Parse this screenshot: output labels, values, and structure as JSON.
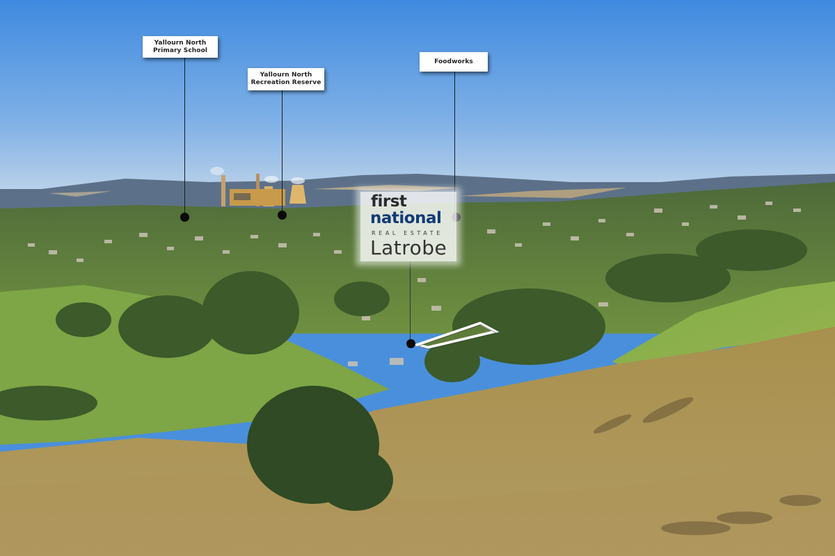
{
  "image": {
    "description": "Aerial photo of Yallourn North township with hillside foreground, power station on horizon, and annotated points of interest",
    "palette": {
      "sky_top": "#3f8ae0",
      "sky_horizon": "#b9cfe6",
      "distant_hills": "#5a6f86",
      "grass_green": "#7fa64a",
      "dry_grass": "#a88f52",
      "trees": "#3e5a2a"
    }
  },
  "annotations": [
    {
      "id": "school",
      "lines": [
        "Yallourn North",
        "Primary School"
      ]
    },
    {
      "id": "reserve",
      "lines": [
        "Yallourn North",
        "Recreation Reserve"
      ]
    },
    {
      "id": "foodworks",
      "lines": [
        "Foodworks"
      ]
    }
  ],
  "logo": {
    "line1": "first",
    "line2": "national",
    "line3": "REAL ESTATE",
    "line4": "Latrobe",
    "colors": {
      "first": "#2a2a2a",
      "national": "#123a76",
      "text": "#333333"
    }
  },
  "property_outline": {
    "stroke": "#ffffff"
  }
}
